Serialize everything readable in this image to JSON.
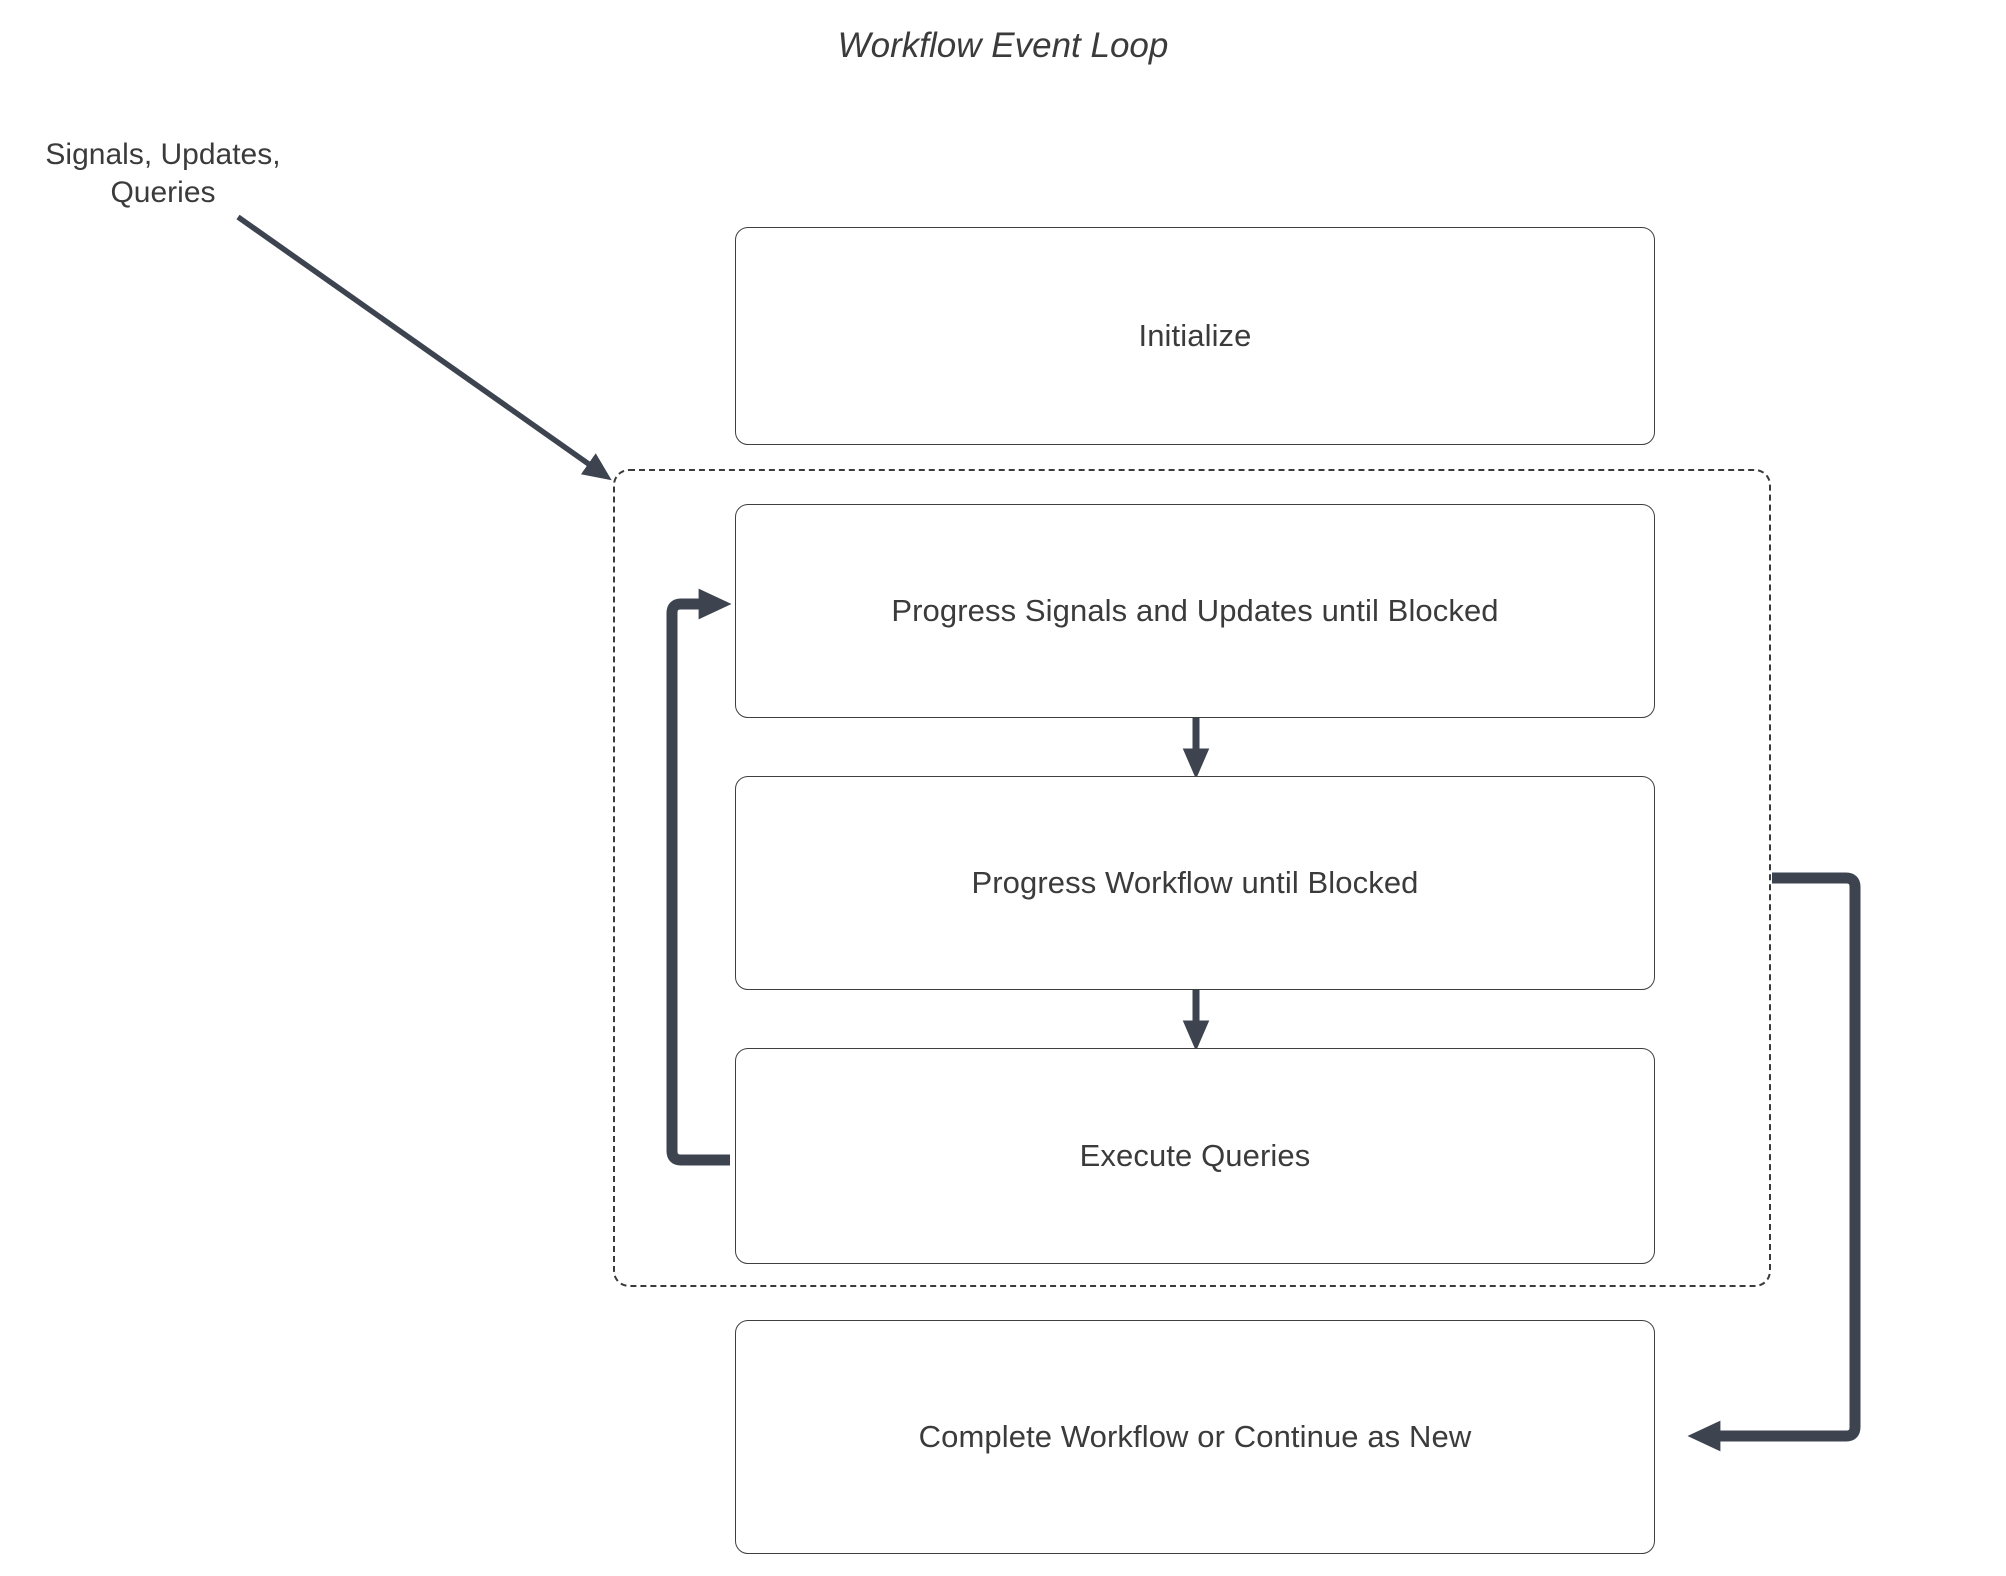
{
  "title": "Workflow Event Loop",
  "annotations": {
    "input_label": "Signals, Updates,\nQueries",
    "input_label_line1": "Signals, Updates,",
    "input_label_line2": "Queries"
  },
  "colors": {
    "arrow": "#3d4450",
    "box_border": "#3f3f3f",
    "text": "#3b3b3b",
    "dashed_border": "#3b3b3b",
    "background": "#ffffff"
  },
  "nodes": [
    {
      "id": "initialize",
      "label": "Initialize"
    },
    {
      "id": "progress-signals",
      "label": "Progress Signals and Updates until Blocked"
    },
    {
      "id": "progress-workflow",
      "label": "Progress Workflow until Blocked"
    },
    {
      "id": "execute-queries",
      "label": "Execute Queries"
    },
    {
      "id": "complete-workflow",
      "label": "Complete Workflow or Continue as New"
    }
  ],
  "loop_region": {
    "label": "",
    "style": "dashed"
  },
  "edges": [
    {
      "from": "external-input",
      "to": "loop-region",
      "label": ""
    },
    {
      "from": "progress-signals",
      "to": "progress-workflow",
      "label": ""
    },
    {
      "from": "progress-workflow",
      "to": "execute-queries",
      "label": ""
    },
    {
      "from": "execute-queries",
      "to": "progress-signals",
      "label": ""
    },
    {
      "from": "loop-region",
      "to": "complete-workflow",
      "label": ""
    }
  ]
}
